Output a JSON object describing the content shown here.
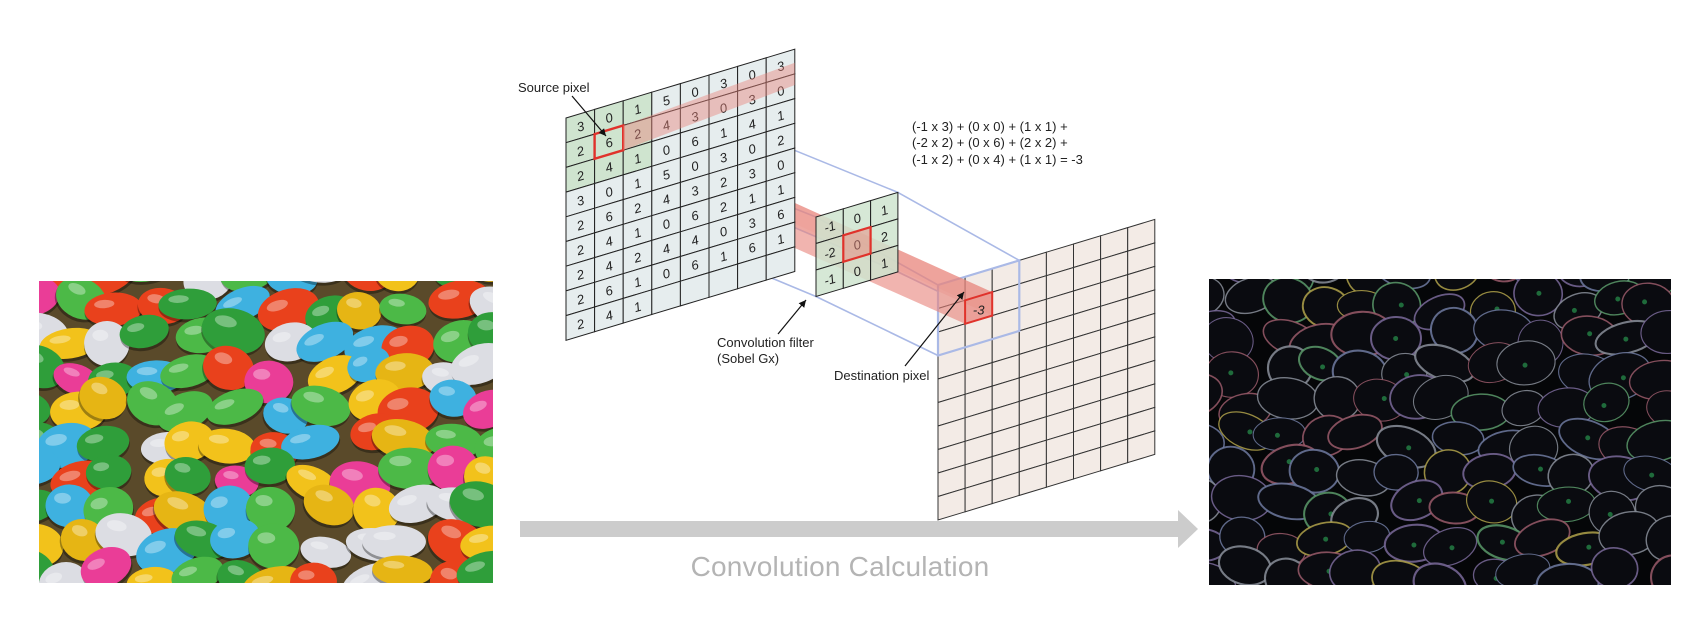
{
  "caption": "Convolution Calculation",
  "labels": {
    "source_pixel": "Source pixel",
    "filter_line1": "Convolution filter",
    "filter_line2": "(Sobel Gx)",
    "destination_pixel": "Destination pixel"
  },
  "equation": [
    "(-1 x 3) + (0 x 0) + (1 x 1) +",
    "(-2 x 2) + (0 x 6) + (2 x 2) +",
    "(-1 x 2) + (0 x 4) + (1 x 1)  = -3"
  ],
  "source_grid": [
    [
      "3",
      "0",
      "1",
      "5",
      "0",
      "3",
      "0",
      "3"
    ],
    [
      "2",
      "6",
      "2",
      "4",
      "3",
      "0",
      "3",
      "0"
    ],
    [
      "2",
      "4",
      "1",
      "0",
      "6",
      "1",
      "4",
      "1"
    ],
    [
      "3",
      "0",
      "1",
      "5",
      "0",
      "3",
      "0",
      "2"
    ],
    [
      "2",
      "6",
      "2",
      "4",
      "3",
      "2",
      "3",
      "0"
    ],
    [
      "2",
      "4",
      "1",
      "0",
      "6",
      "2",
      "1",
      "1"
    ],
    [
      "2",
      "4",
      "2",
      "4",
      "4",
      "0",
      "3",
      "6"
    ],
    [
      "2",
      "6",
      "1",
      "0",
      "6",
      "1",
      "6",
      "1"
    ],
    [
      "2",
      "4",
      "1",
      "",
      "",
      "",
      "",
      ""
    ]
  ],
  "filter_grid": [
    [
      "-1",
      "0",
      "1"
    ],
    [
      "-2",
      "0",
      "2"
    ],
    [
      "-1",
      "0",
      "1"
    ]
  ],
  "destination_value": "-3",
  "colors": {
    "source_grid_fill": "#e6edee",
    "source_highlight_fill": "#cfe4cf",
    "kernel_outline": "#e0322b",
    "projection_fill": "#e8857c",
    "frame_stroke": "#aab9e6",
    "destination_grid_fill": "#f3ebe6",
    "arrow": "#cccccc",
    "caption": "#b4b4b4"
  }
}
